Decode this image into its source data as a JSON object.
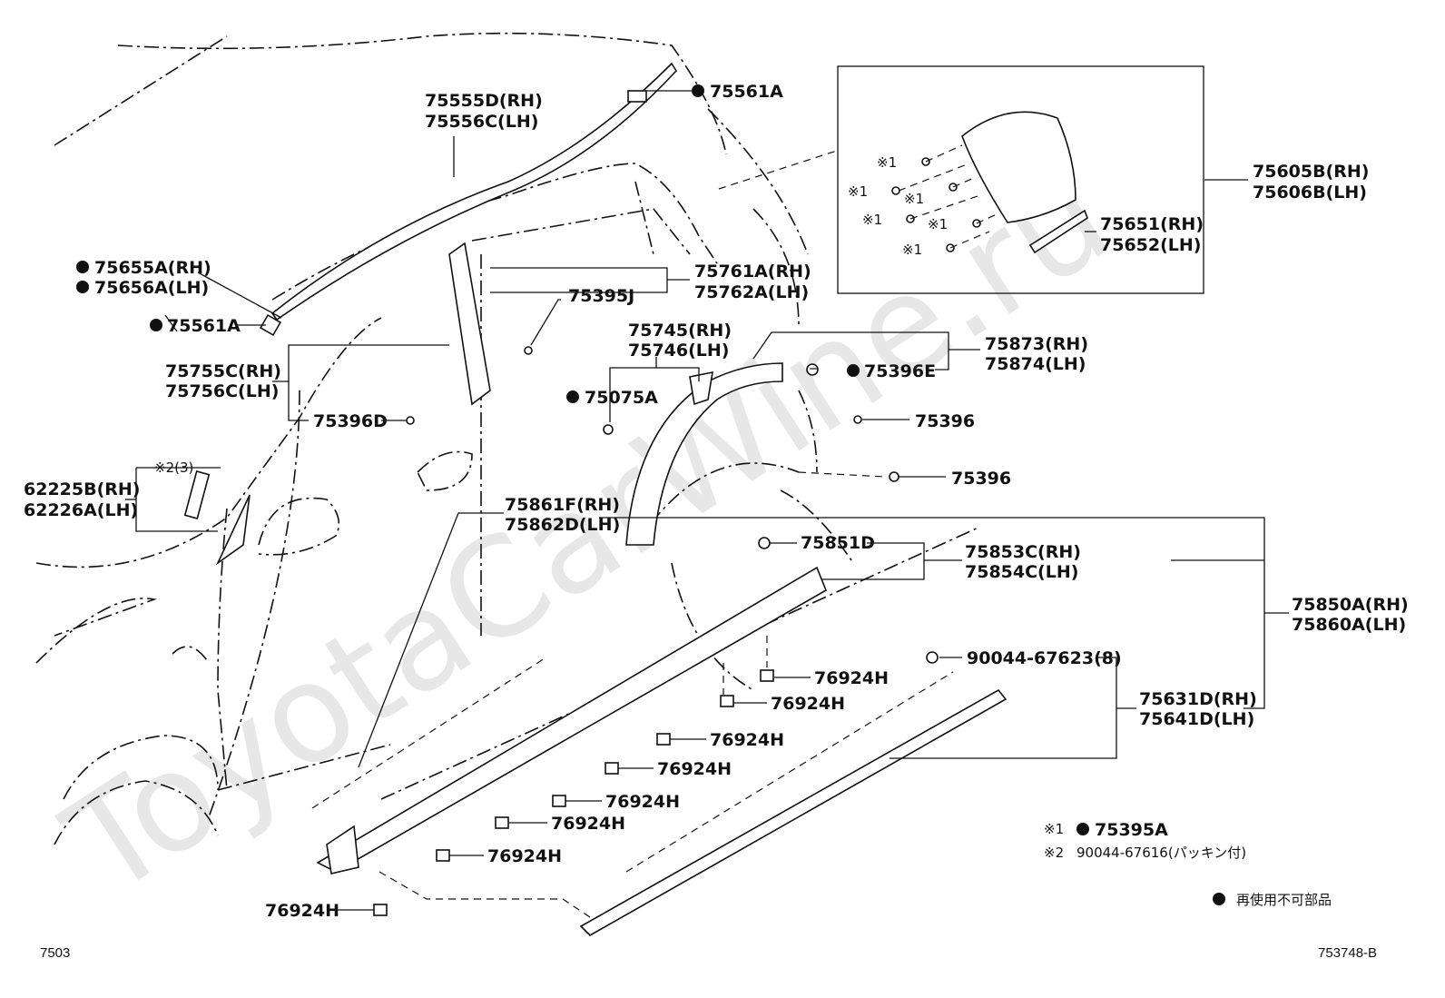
{
  "watermark": "ToyotaCarWine.ru",
  "labels": {
    "l75555": "75555D(RH)",
    "l75556": "75556C(LH)",
    "l75561a_top": "75561A",
    "l75605": "75605B(RH)",
    "l75606": "75606B(LH)",
    "l75651": "75651(RH)",
    "l75652": "75652(LH)",
    "l75655": "75655A(RH)",
    "l75656": "75656A(LH)",
    "l75561a_left": "75561A",
    "l75761": "75761A(RH)",
    "l75762": "75762A(LH)",
    "l75395j": "75395J",
    "l75745": "75745(RH)",
    "l75746": "75746(LH)",
    "l75873": "75873(RH)",
    "l75874": "75874(LH)",
    "l75396e": "75396E",
    "l75755": "75755C(RH)",
    "l75756": "75756C(LH)",
    "l75075a": "75075A",
    "l75396d": "75396D",
    "l75396_a": "75396",
    "l75396_b": "75396",
    "l622_note": "※2(3)",
    "l62225": "62225B(RH)",
    "l62226": "62226A(LH)",
    "l75861": "75861F(RH)",
    "l75862": "75862D(LH)",
    "l75851": "75851D",
    "l75853": "75853C(RH)",
    "l75854": "75854C(LH)",
    "l75850": "75850A(RH)",
    "l75860": "75860A(LH)",
    "l90044_8": "90044-67623(8)",
    "l75631": "75631D(RH)",
    "l75641": "75641D(LH)",
    "clip": "76924H",
    "note1_mark": "※1",
    "note1_text": "75395A",
    "note2_mark": "※2",
    "note2_text": "90044-67616(パッキン付)",
    "legend_text": "再使用不可部品",
    "inset_marks": [
      "※1",
      "※1",
      "※1",
      "※1",
      "※1",
      "※1"
    ]
  },
  "footer": {
    "left": "7503",
    "right": "753748-B"
  }
}
